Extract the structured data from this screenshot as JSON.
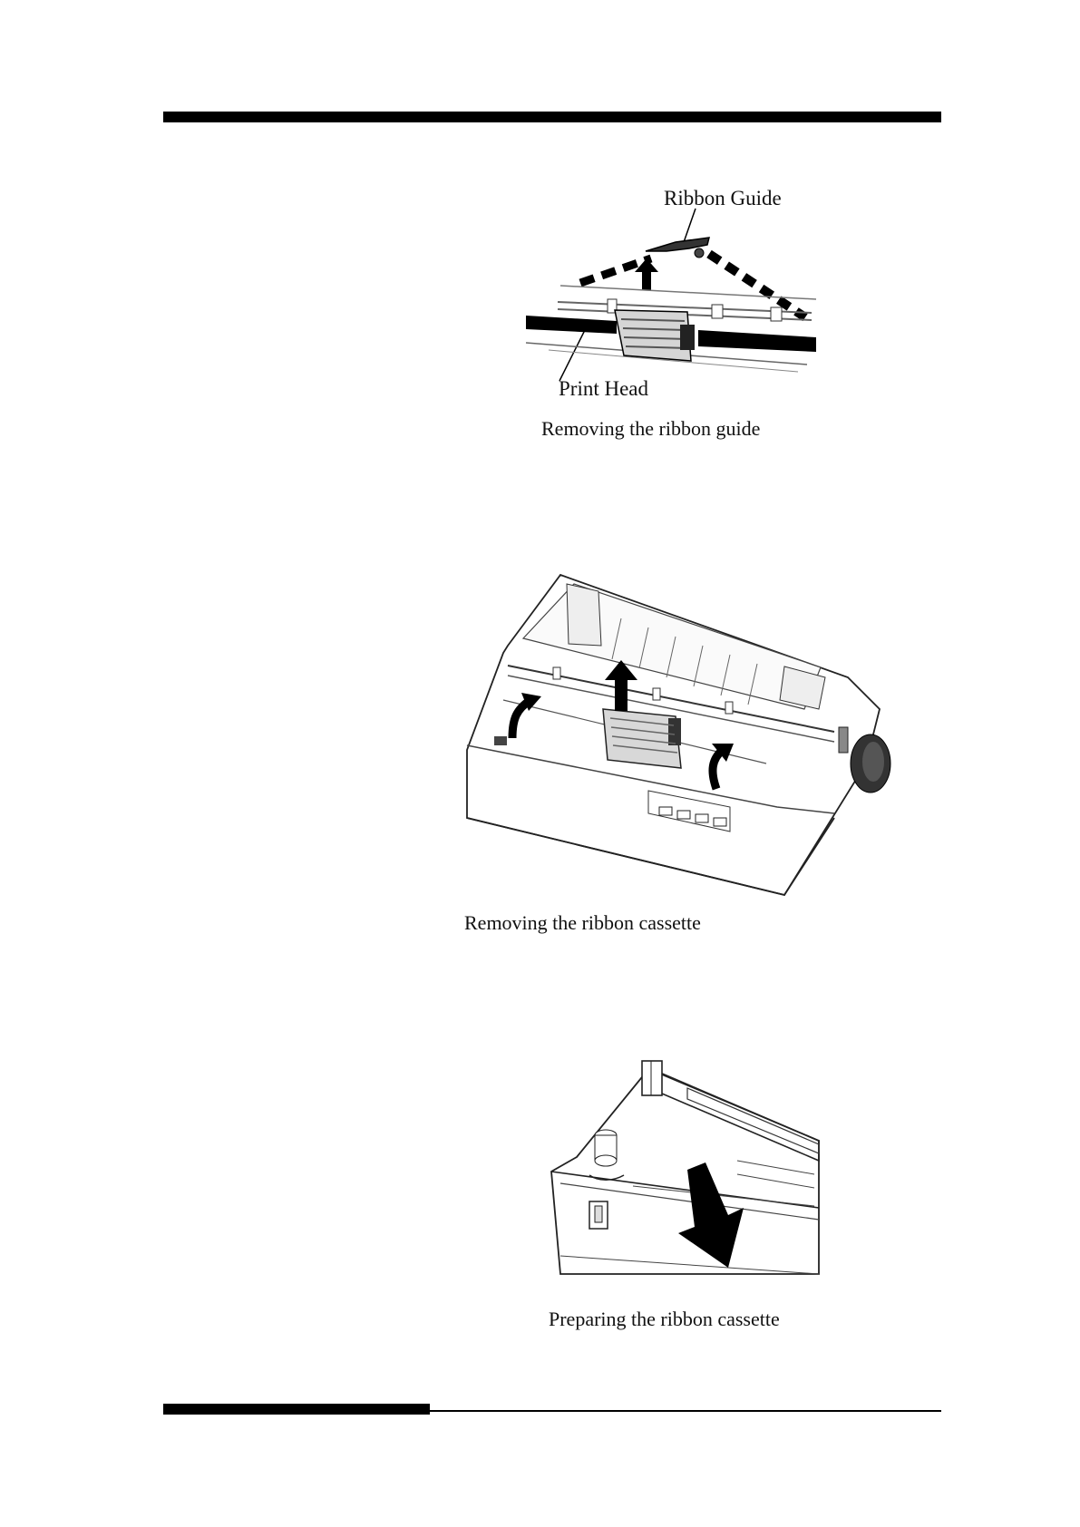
{
  "figures": [
    {
      "callouts": [
        "Ribbon Guide",
        "Print Head"
      ],
      "caption": "Removing the ribbon guide"
    },
    {
      "caption": "Removing the ribbon cassette"
    },
    {
      "caption": "Preparing the ribbon cassette"
    }
  ]
}
